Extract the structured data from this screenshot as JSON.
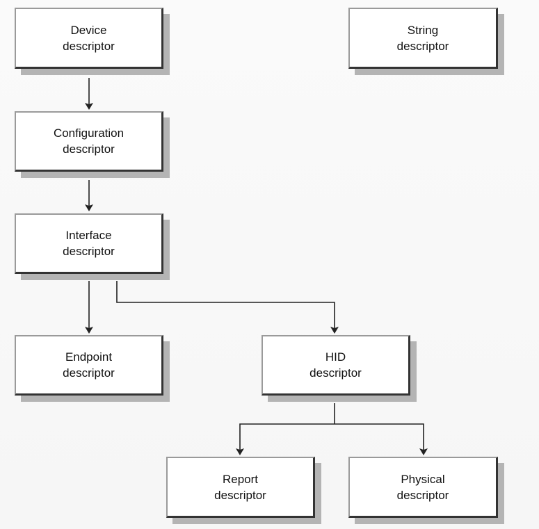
{
  "nodes": {
    "device": {
      "line1": "Device",
      "line2": "descriptor"
    },
    "string": {
      "line1": "String",
      "line2": "descriptor"
    },
    "configuration": {
      "line1": "Configuration",
      "line2": "descriptor"
    },
    "interface": {
      "line1": "Interface",
      "line2": "descriptor"
    },
    "endpoint": {
      "line1": "Endpoint",
      "line2": "descriptor"
    },
    "hid": {
      "line1": "HID",
      "line2": "descriptor"
    },
    "report": {
      "line1": "Report",
      "line2": "descriptor"
    },
    "physical": {
      "line1": "Physical",
      "line2": "descriptor"
    }
  },
  "edges": [
    {
      "from": "device",
      "to": "configuration"
    },
    {
      "from": "configuration",
      "to": "interface"
    },
    {
      "from": "interface",
      "to": "endpoint"
    },
    {
      "from": "interface",
      "to": "hid"
    },
    {
      "from": "hid",
      "to": "report"
    },
    {
      "from": "hid",
      "to": "physical"
    }
  ]
}
